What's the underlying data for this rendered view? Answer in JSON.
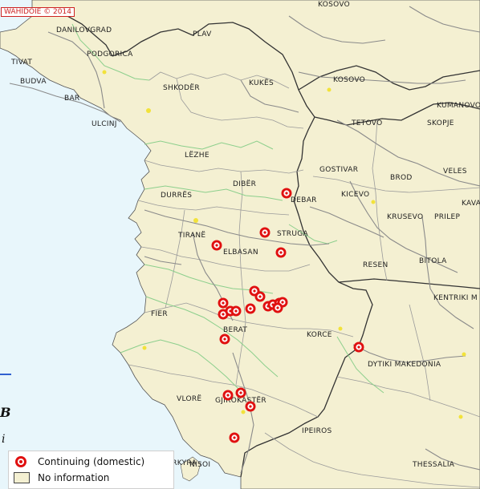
{
  "credit": "WAHIDOIE © 2014",
  "colors": {
    "sea": "#e8f6fb",
    "land": "#f4f0d2",
    "border": "#333333",
    "region": "#999999",
    "road": "#8a8a8a",
    "river": "#8ccf8c",
    "outbreak": "#e01010",
    "city": "#f2e23a"
  },
  "places": [
    {
      "id": "danilovgrad",
      "name": "DANILOVGRAD"
    },
    {
      "id": "plav",
      "name": "PLAV"
    },
    {
      "id": "podgorica",
      "name": "PODGORICA"
    },
    {
      "id": "tivat",
      "name": "TIVAT"
    },
    {
      "id": "budva",
      "name": "BUDVA"
    },
    {
      "id": "bar",
      "name": "BAR"
    },
    {
      "id": "ulcinj",
      "name": "ULCINJ"
    },
    {
      "id": "shkoder",
      "name": "SHKODËR"
    },
    {
      "id": "kukes",
      "name": "KUKËS"
    },
    {
      "id": "kosovo",
      "name": "KOSOVO"
    },
    {
      "id": "kumanovo",
      "name": "KUMANOVO"
    },
    {
      "id": "tetovo",
      "name": "TETOVO"
    },
    {
      "id": "skopje",
      "name": "SKOPJE"
    },
    {
      "id": "lezhe",
      "name": "LËZHE"
    },
    {
      "id": "gostivar",
      "name": "GOSTIVAR"
    },
    {
      "id": "brod",
      "name": "BROD"
    },
    {
      "id": "veles",
      "name": "VELES"
    },
    {
      "id": "diber",
      "name": "DIBËR"
    },
    {
      "id": "durres",
      "name": "DURRËS"
    },
    {
      "id": "debar",
      "name": "DEBAR"
    },
    {
      "id": "kicevo",
      "name": "KICEVO"
    },
    {
      "id": "kava",
      "name": "KAVA"
    },
    {
      "id": "krusevo",
      "name": "KRUSEVO"
    },
    {
      "id": "prilep",
      "name": "PRILEP"
    },
    {
      "id": "tirane",
      "name": "TIRANË"
    },
    {
      "id": "struga",
      "name": "STRUGA"
    },
    {
      "id": "elbasan",
      "name": "ELBASAN"
    },
    {
      "id": "resen",
      "name": "RESEN"
    },
    {
      "id": "bitola",
      "name": "BITOLA"
    },
    {
      "id": "kentriki",
      "name": "KENTRIKI M"
    },
    {
      "id": "fier",
      "name": "FIER"
    },
    {
      "id": "berat",
      "name": "BERAT"
    },
    {
      "id": "korce",
      "name": "KORCE"
    },
    {
      "id": "dytiki",
      "name": "DYTIKI MAKEDONIA"
    },
    {
      "id": "vlore",
      "name": "VLORË"
    },
    {
      "id": "gjirokaster",
      "name": "GJIROKASTËR"
    },
    {
      "id": "ipeiros",
      "name": "IPEIROS"
    },
    {
      "id": "kerkyra",
      "name": "KERKYRA"
    },
    {
      "id": "thessalia",
      "name": "THESSALIA"
    },
    {
      "id": "nisoi",
      "name": "NISOI"
    },
    {
      "id": "kosovo_top",
      "name": "KOSOVO"
    }
  ],
  "outbreak_count": 22,
  "legend": {
    "continuing": "Continuing (domestic)",
    "no_information": "No information"
  },
  "margin_text": {
    "a": "B",
    "b": "i"
  }
}
